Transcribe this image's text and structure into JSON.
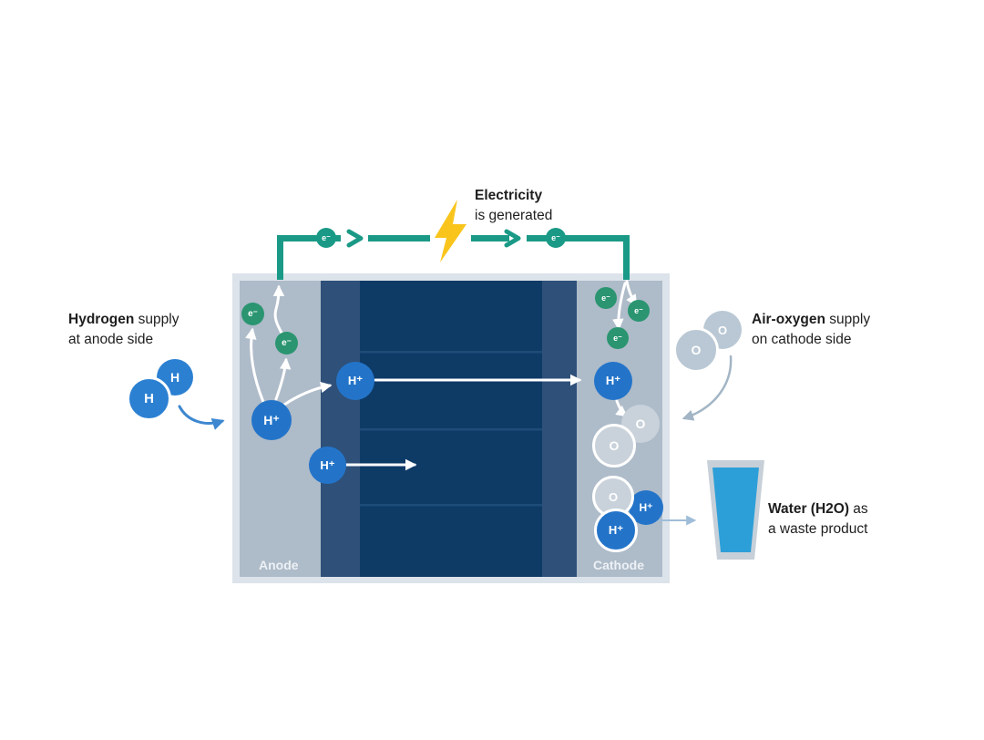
{
  "electricity": {
    "title": "Electricity",
    "subtitle": "is generated"
  },
  "hydrogen_supply": {
    "bold": "Hydrogen",
    "rest": " supply",
    "line2": "at anode side"
  },
  "air_oxygen_supply": {
    "bold": "Air-oxygen",
    "rest": " supply",
    "line2": "on cathode side"
  },
  "water_product": {
    "bold": "Water (H2O)",
    "rest": " as",
    "line2": "a waste product"
  },
  "cell": {
    "anode_label": "Anode",
    "cathode_label": "Cathode"
  },
  "particles": {
    "electron": "e⁻",
    "proton": "H⁺",
    "hydrogen_atom": "H",
    "oxygen_atom": "O"
  },
  "colors": {
    "circuit_teal": "#1a9a86",
    "electron_green": "#2a9570",
    "proton_blue": "#2374c9",
    "hydrogen_blue": "#2b80d2",
    "oxygen_gray": "#c9d2da",
    "air_oxygen_gray": "#b9c8d4",
    "membrane_navy": "#0e3a66",
    "electrode_blue": "#2e5079",
    "channel_gray": "#aebbc9",
    "frame_gray": "#dce3ea",
    "lightning_yellow": "#f9c51d",
    "water_blue": "#2d9fd8"
  }
}
